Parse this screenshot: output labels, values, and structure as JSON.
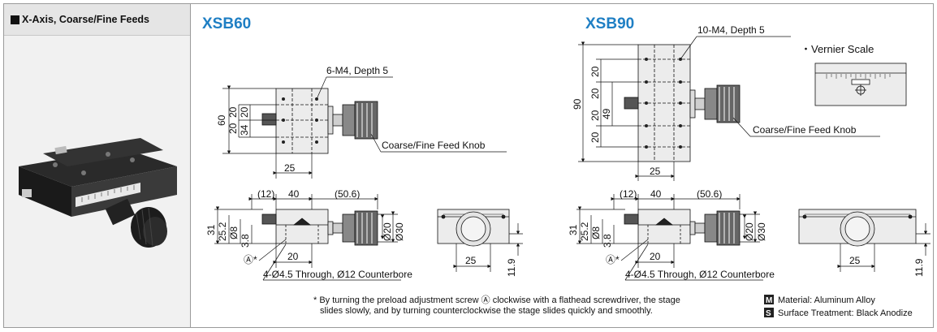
{
  "category": "X-Axis, Coarse/Fine Feeds",
  "models": {
    "left": {
      "name": "XSB60",
      "top": {
        "tap_note": "6-M4, Depth 5",
        "knob": "Coarse/Fine Feed Knob",
        "d_total": "60",
        "d_a": "20",
        "d_b": "20",
        "d_c": "20",
        "d_pitch": "34",
        "d_width": "25"
      },
      "side": {
        "d_12": "(12)",
        "d_40": "40",
        "d_50": "(50.6)",
        "d_31": "31",
        "d_25": "25.2",
        "d_8": "Ø8",
        "d_38": "3.8",
        "d_20": "Ø20",
        "d_30": "Ø30",
        "d_20b": "20",
        "a_mark": "Ⓐ*",
        "cbore": "4-Ø4.5 Through, Ø12 Counterbore"
      },
      "end": {
        "d_25": "25",
        "d_11": "11.9"
      }
    },
    "right": {
      "name": "XSB90",
      "top": {
        "tap_note": "10-M4, Depth 5",
        "knob": "Coarse/Fine Feed Knob",
        "d_total": "90",
        "d_a": "20",
        "d_b": "20",
        "d_c": "20",
        "d_d": "20",
        "d_pitch": "49",
        "d_width": "25"
      },
      "side": {
        "d_12": "(12)",
        "d_40": "40",
        "d_50": "(50.6)",
        "d_31": "31",
        "d_25": "25.2",
        "d_8": "Ø8",
        "d_38": "3.8",
        "d_20": "Ø20",
        "d_30": "Ø30",
        "d_20b": "20",
        "a_mark": "Ⓐ*",
        "cbore": "4-Ø4.5 Through, Ø12 Counterbore"
      },
      "end": {
        "d_25": "25",
        "d_11": "11.9"
      },
      "vernier": "・Vernier Scale"
    }
  },
  "footnote": [
    "* By turning the preload adjustment screw Ⓐ clockwise with a flathead screwdriver, the stage",
    "slides slowly, and by turning counterclockwise the stage slides quickly and smoothly."
  ],
  "specs": [
    {
      "badge": "M",
      "text": "Material: Aluminum Alloy"
    },
    {
      "badge": "S",
      "text": "Surface Treatment: Black Anodize"
    }
  ],
  "colors": {
    "model_title": "#1f7fc4",
    "side_panel": "#f1f1f1",
    "part_fill": "#e8e8e8"
  }
}
